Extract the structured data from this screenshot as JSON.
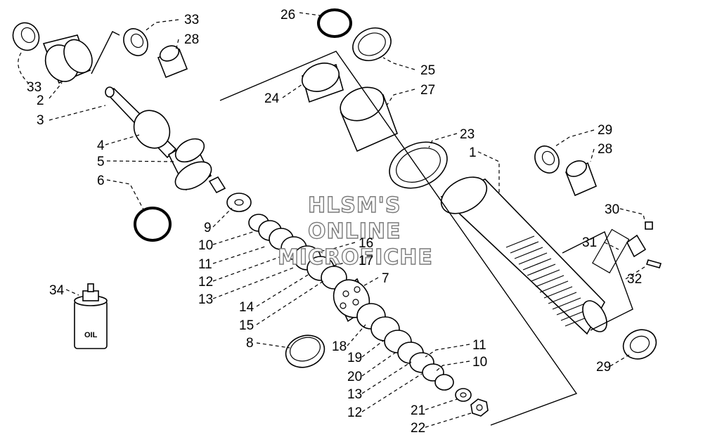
{
  "watermark": [
    "HLSM'S",
    "ONLINE",
    "MICROFICHE"
  ],
  "oil_label": "OIL",
  "callouts": [
    "33",
    "28",
    "26",
    "2",
    "33",
    "3",
    "24",
    "25",
    "27",
    "4",
    "5",
    "6",
    "23",
    "1",
    "29",
    "28",
    "9",
    "10",
    "11",
    "12",
    "13",
    "14",
    "15",
    "16",
    "17",
    "7",
    "30",
    "31",
    "32",
    "34",
    "8",
    "18",
    "19",
    "20",
    "13",
    "12",
    "21",
    "22",
    "11",
    "10",
    "29"
  ]
}
